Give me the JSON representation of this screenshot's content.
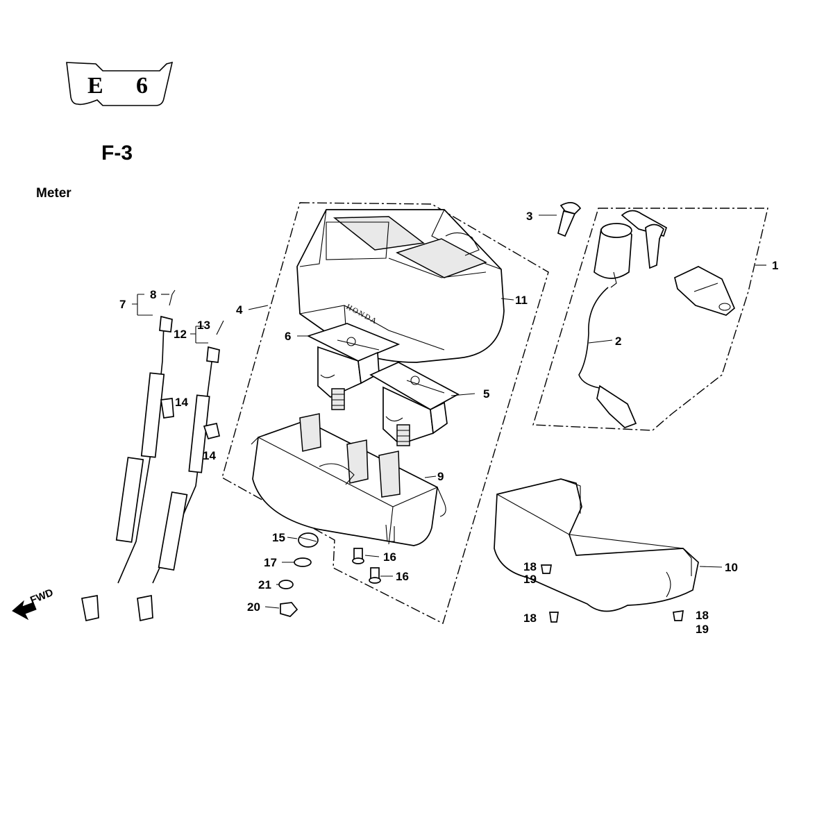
{
  "header": {
    "badge_left": "E",
    "badge_right": "6",
    "section_code": "F-3",
    "section_name": "Meter"
  },
  "fwd_label": "FWD",
  "brand_mark": "HONDA",
  "callouts": {
    "c1": "1",
    "c2": "2",
    "c3": "3",
    "c4": "4",
    "c5": "5",
    "c6": "6",
    "c7": "7",
    "c8": "8",
    "c9": "9",
    "c10": "10",
    "c11": "11",
    "c12": "12",
    "c13": "13",
    "c14a": "14",
    "c14b": "14",
    "c15": "15",
    "c16a": "16",
    "c16b": "16",
    "c17": "17",
    "c18a": "18",
    "c18b": "18",
    "c18c": "18",
    "c19a": "19",
    "c19b": "19",
    "c20": "20",
    "c21": "21"
  }
}
